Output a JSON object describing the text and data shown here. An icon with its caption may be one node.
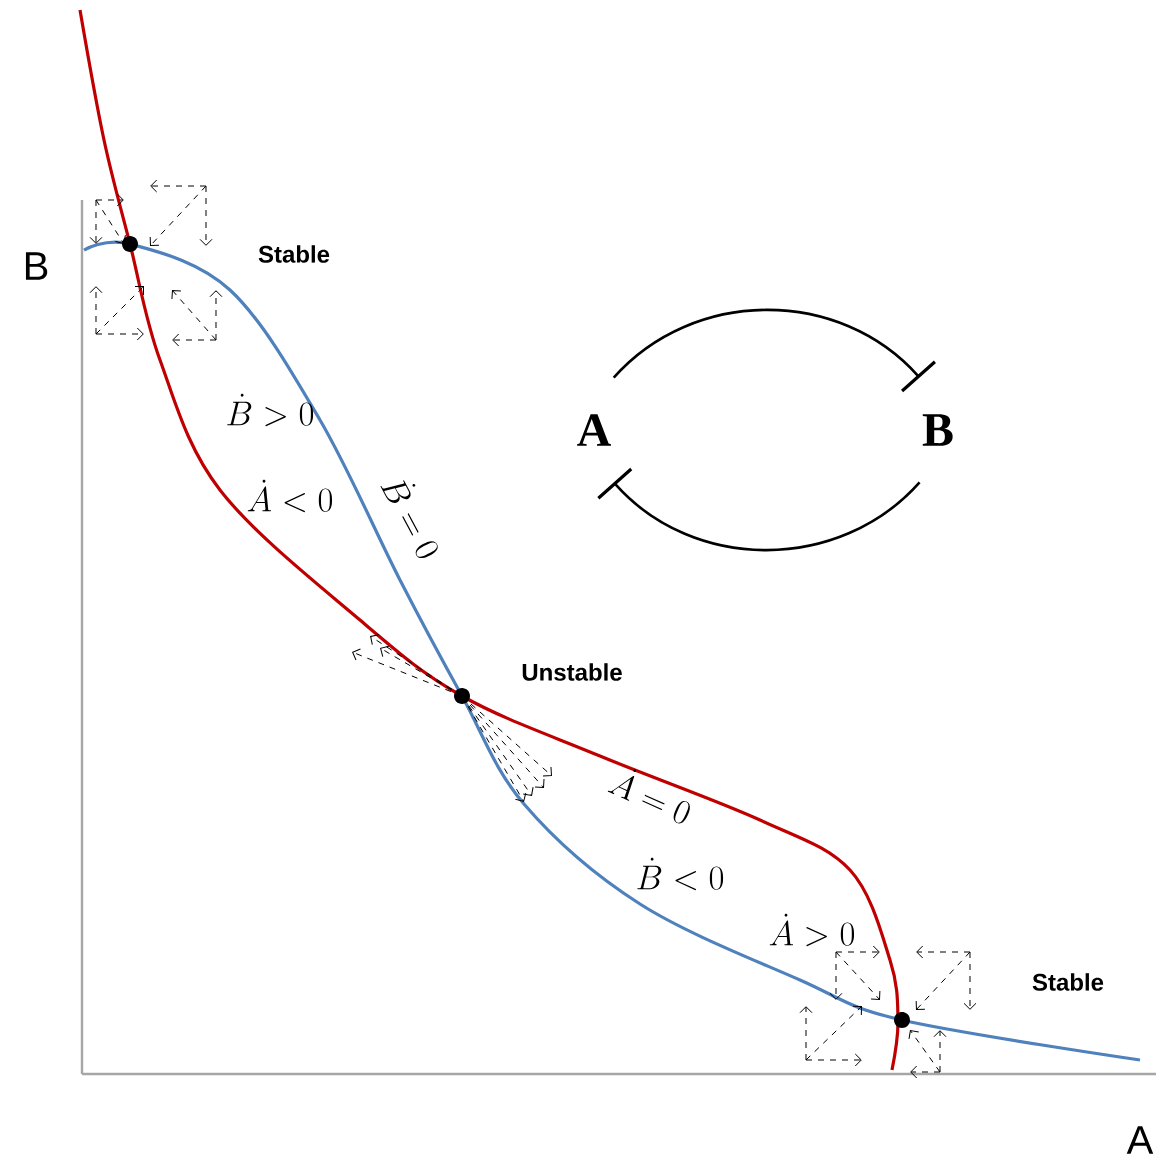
{
  "diagram": {
    "nodes": [
      {
        "text": [
          "A"
        ]
      },
      {
        "text": [
          "B"
        ]
      }
    ],
    "edges": [
      {
        "from": 0,
        "to": 1,
        "arrow": "other"
      },
      {
        "from": 1,
        "to": 0,
        "arrow": "other"
      }
    ],
    "labels": [
      "B",
      "Stable",
      "\\dot{B} > 0",
      "\\dot{A} < 0",
      "\\dot{B} = 0",
      "Unstable",
      "\\dot{A} = 0",
      "\\dot{B} < 0",
      "\\dot{A} > 0",
      "Stable",
      "A"
    ]
  }
}
